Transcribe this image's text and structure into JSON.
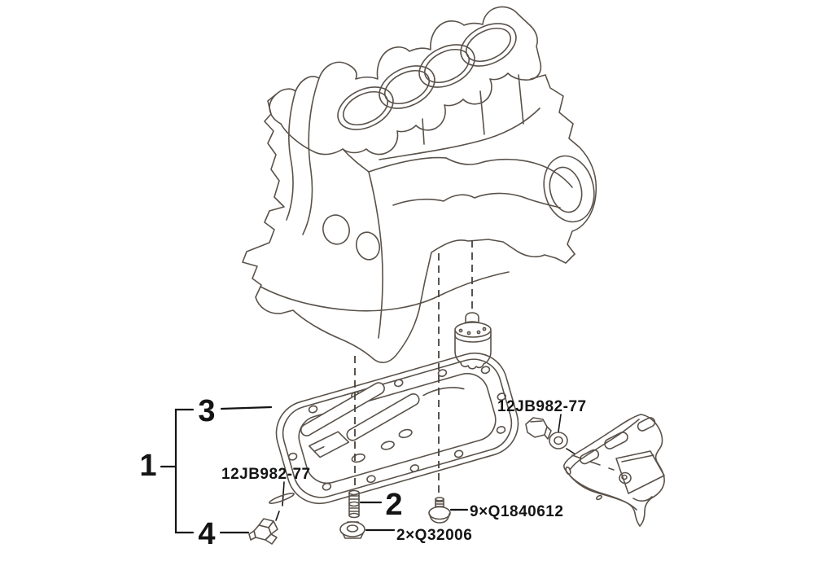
{
  "diagram_title": "engine-oil-pan-exploded-parts-diagram",
  "colors": {
    "line": "#5a524a",
    "text": "#141414",
    "background": "#ffffff",
    "dashed": "#48423c"
  },
  "callouts": {
    "one": "1",
    "two": "2",
    "three": "3",
    "four": "4"
  },
  "labels": {
    "gasket_left": "12JB982-77",
    "gasket_right": "12JB982-77",
    "flange_bolt": "9×Q1840612",
    "flange_nut": "2×Q32006"
  },
  "parts": [
    "cylinder-block",
    "oil-filter",
    "oil-pan",
    "oil-pan-stud",
    "flange-nut",
    "flange-bolt",
    "drain-plug",
    "drain-plug-gasket",
    "drain-plug-right",
    "plug-washer",
    "stiffener-plate"
  ]
}
